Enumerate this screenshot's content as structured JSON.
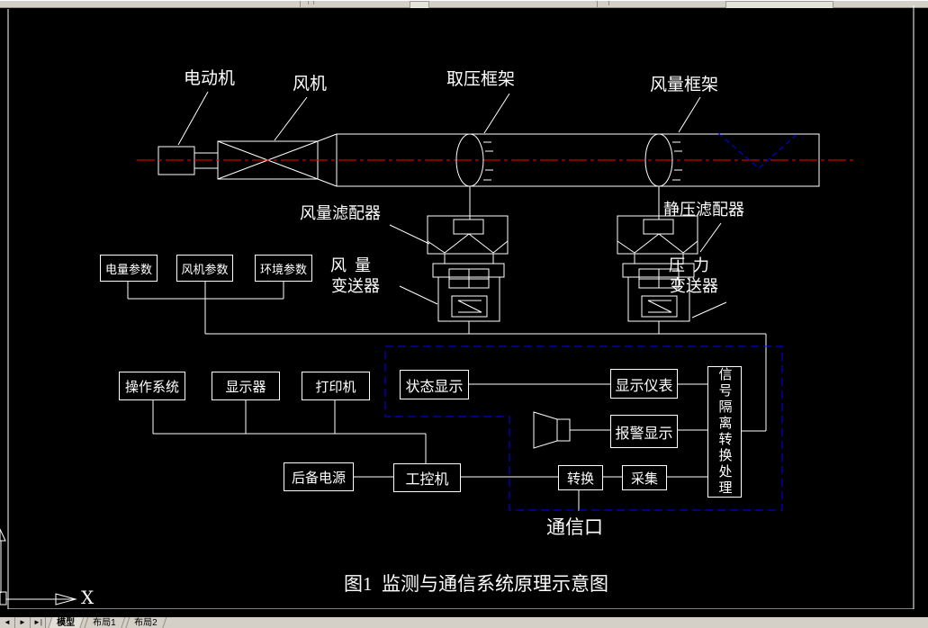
{
  "colors": {
    "background": "#000000",
    "line": "#ffffff",
    "centerline": "#ff0000",
    "comm_dash": "#0000ff",
    "chrome": "#d4d0c8"
  },
  "canvas": {
    "labels": {
      "motor": "电动机",
      "fan": "风机",
      "pressure_frame": "取压框架",
      "flow_frame": "风量框架",
      "flow_filter": "风量滤配器",
      "static_filter": "静压滤配器",
      "flow_transmitter_line1": "风  量",
      "flow_transmitter_line2": "变送器",
      "pressure_transmitter_line1": "压  力",
      "pressure_transmitter_line2": "变送器",
      "signal_processor": "信号隔离转换处理",
      "comm_port": "通信口",
      "caption": "图1  监测与通信系统原理示意图",
      "ucs_x": "X"
    },
    "boxes": {
      "power_params": "电量参数",
      "fan_params": "风机参数",
      "env_params": "环境参数",
      "os": "操作系统",
      "monitor": "显示器",
      "printer": "打印机",
      "status_display": "状态显示",
      "display_meter": "显示仪表",
      "alarm_display": "报警显示",
      "backup_power": "后备电源",
      "ipc": "工控机",
      "convert": "转换",
      "collect": "采集"
    }
  },
  "status_bar": {
    "nav_icons": {
      "prev": "◄",
      "next": "►",
      "last": "►|"
    },
    "tabs": [
      {
        "label": "模型"
      },
      {
        "label": "布局1"
      },
      {
        "label": "布局2"
      }
    ]
  }
}
